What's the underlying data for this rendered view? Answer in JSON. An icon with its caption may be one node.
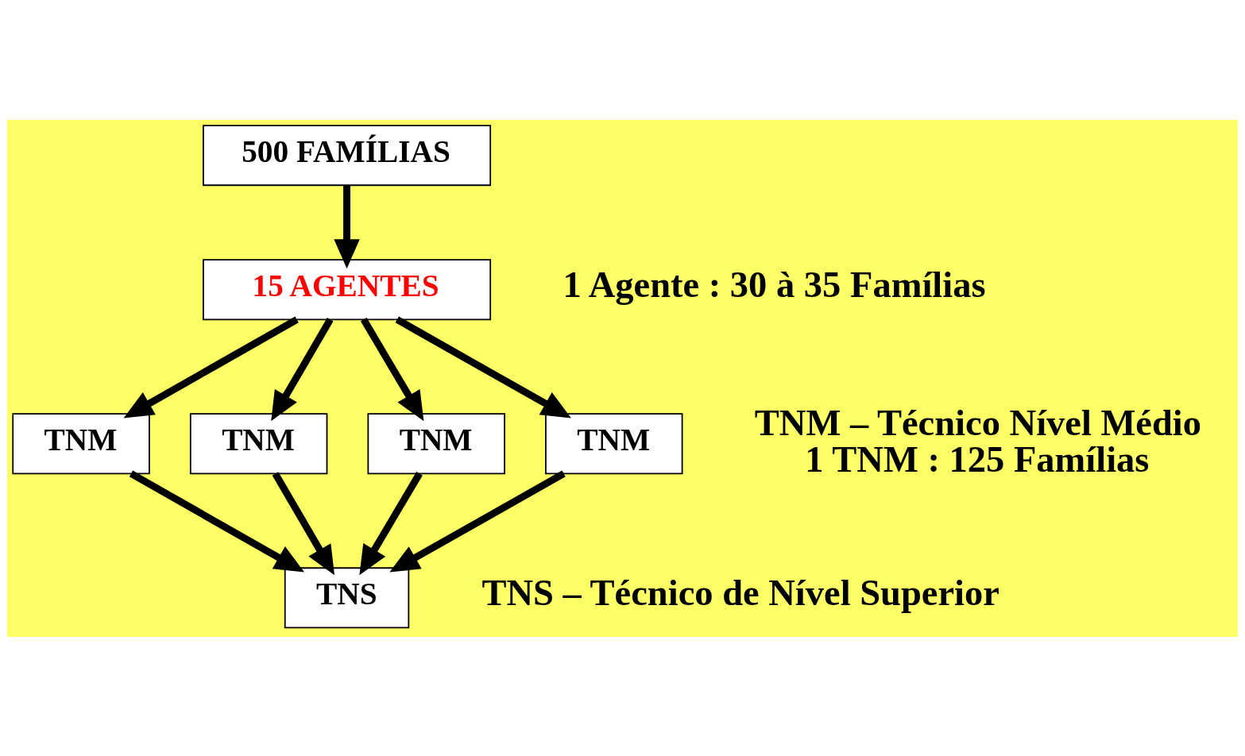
{
  "diagram": {
    "nodes": [
      {
        "text": [
          "500 FAMÍLIAS"
        ]
      },
      {
        "text": [
          "15 AGENTES"
        ]
      },
      {
        "text": [
          "TNM"
        ]
      },
      {
        "text": [
          "TNM"
        ]
      },
      {
        "text": [
          "TNM"
        ]
      },
      {
        "text": [
          "TNM"
        ]
      },
      {
        "text": [
          "TNS"
        ]
      }
    ],
    "edges": [
      {
        "from": 0,
        "to": 1,
        "arrow": "to"
      },
      {
        "from": 1,
        "to": 2,
        "arrow": "to"
      },
      {
        "from": 1,
        "to": 3,
        "arrow": "to"
      },
      {
        "from": 1,
        "to": 4,
        "arrow": "to"
      },
      {
        "from": 1,
        "to": 5,
        "arrow": "to"
      },
      {
        "from": 2,
        "to": 6,
        "arrow": "to"
      },
      {
        "from": 3,
        "to": 6,
        "arrow": "to"
      },
      {
        "from": 4,
        "to": 6,
        "arrow": "to"
      },
      {
        "from": 5,
        "to": 6,
        "arrow": "to"
      }
    ],
    "labels": [
      "1 Agente : 30 à 35 Famílias",
      "TNM – Técnico Nível Médio",
      "1 TNM : 125 Famílias",
      "TNS – Técnico de Nível Superior"
    ]
  }
}
